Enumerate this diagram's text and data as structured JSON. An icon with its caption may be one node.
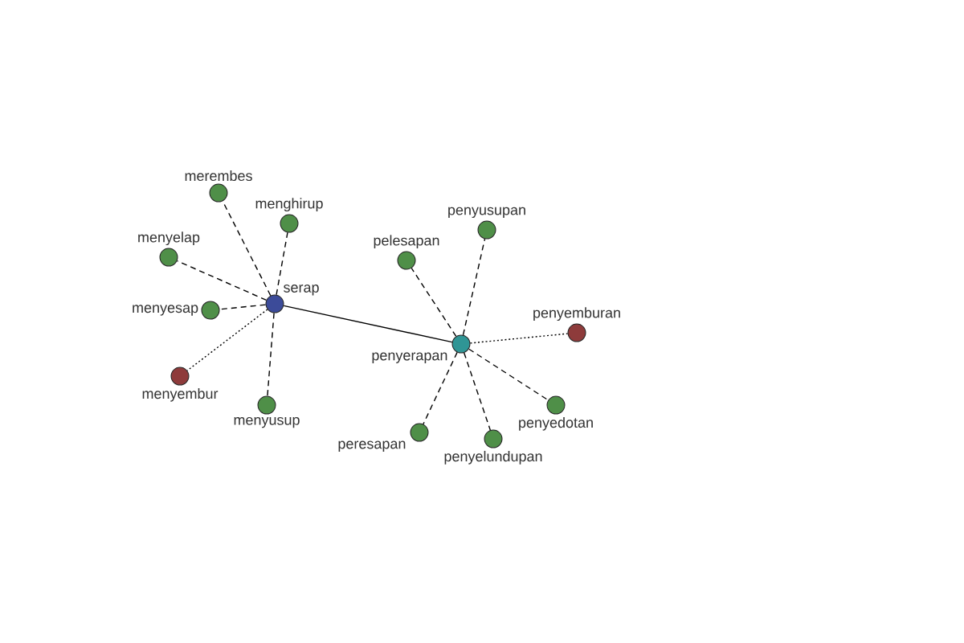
{
  "diagram": {
    "nodes": [
      {
        "text": [
          "merembes"
        ]
      },
      {
        "text": [
          "menghirup"
        ]
      },
      {
        "text": [
          "menyelap"
        ]
      },
      {
        "text": [
          "serap"
        ]
      },
      {
        "text": [
          "menyesap"
        ]
      },
      {
        "text": [
          "menyembur"
        ]
      },
      {
        "text": [
          "menyusup"
        ]
      },
      {
        "text": [
          "pelesapan"
        ]
      },
      {
        "text": [
          "penyusupan"
        ]
      },
      {
        "text": [
          "penyerapan"
        ]
      },
      {
        "text": [
          "penyemburan"
        ]
      },
      {
        "text": [
          "penyedotan"
        ]
      },
      {
        "text": [
          "peresapan"
        ]
      },
      {
        "text": [
          "penyelundupan"
        ]
      }
    ],
    "edges": [
      {
        "from": 3,
        "to": 0,
        "arrow": "none",
        "style": "dashed"
      },
      {
        "from": 3,
        "to": 1,
        "arrow": "none",
        "style": "dashed"
      },
      {
        "from": 3,
        "to": 2,
        "arrow": "none",
        "style": "dashed"
      },
      {
        "from": 3,
        "to": 4,
        "arrow": "none",
        "style": "dashed"
      },
      {
        "from": 3,
        "to": 5,
        "arrow": "none",
        "style": "dashed"
      },
      {
        "from": 3,
        "to": 6,
        "arrow": "none",
        "style": "dashed"
      },
      {
        "from": 3,
        "to": 9,
        "arrow": "none"
      },
      {
        "from": 9,
        "to": 7,
        "arrow": "none",
        "style": "dashed"
      },
      {
        "from": 9,
        "to": 8,
        "arrow": "none",
        "style": "dashed"
      },
      {
        "from": 9,
        "to": 10,
        "arrow": "none",
        "style": "dashed"
      },
      {
        "from": 9,
        "to": 11,
        "arrow": "none",
        "style": "dashed"
      },
      {
        "from": 9,
        "to": 12,
        "arrow": "none",
        "style": "dashed"
      },
      {
        "from": 9,
        "to": 13,
        "arrow": "none",
        "style": "dashed"
      }
    ]
  }
}
